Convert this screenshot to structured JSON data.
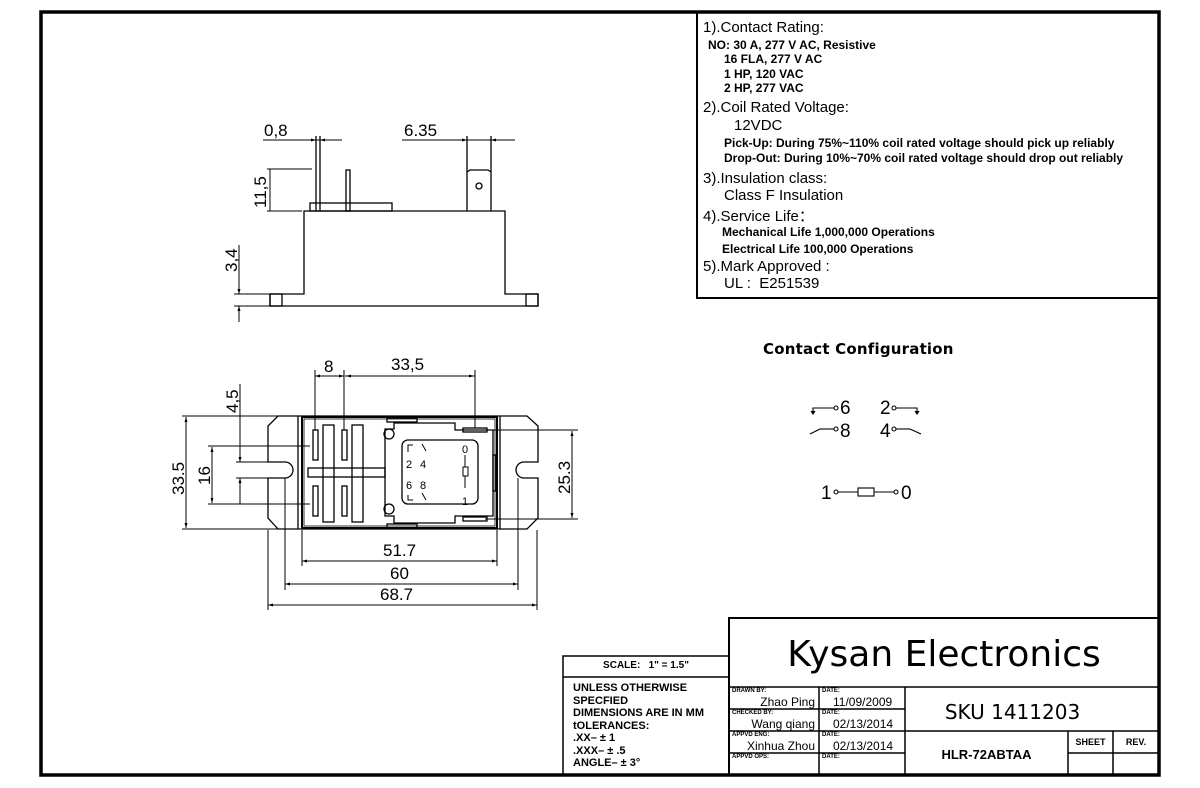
{
  "specs": {
    "contact_rating": {
      "heading": "1).Contact Rating:",
      "lines": [
        "NO: 30 A, 277 V AC, Resistive",
        "16 FLA, 277 V AC",
        "1 HP, 120 VAC",
        "2 HP, 277 VAC"
      ]
    },
    "coil_voltage": {
      "heading": "2).Coil Rated Voltage:",
      "value": "12VDC",
      "pickup": "Pick-Up: During 75%~110% coil rated voltage should pick up reliably",
      "dropout": "Drop-Out: During 10%~70% coil rated voltage should drop out reliably"
    },
    "insulation": {
      "heading": "3).Insulation class:",
      "value": "Class F Insulation"
    },
    "service_life": {
      "heading": "4).Service Life：",
      "mechanical": "Mechanical Life 1,000,000 Operations",
      "electrical": "Electrical Life 100,000 Operations"
    },
    "mark": {
      "heading": "5).Mark Approved :",
      "value": "UL :  E251539"
    }
  },
  "side_view": {
    "dims": [
      "0,8",
      "6.35",
      "11,5",
      "3,4"
    ]
  },
  "top_view": {
    "dims": [
      "8",
      "33,5",
      "4,5",
      "33.5",
      "16",
      "25.3",
      "51.7",
      "60",
      "68.7"
    ],
    "pin_labels": [
      "2",
      "4",
      "6",
      "8",
      "0",
      "1"
    ]
  },
  "contact_config": {
    "title": "Contact Configuration",
    "pins": {
      "p6": "6",
      "p2": "2",
      "p8": "8",
      "p4": "4",
      "p1": "1",
      "p0": "0"
    }
  },
  "title_block": {
    "scale": "SCALE:   1\" = 1.5\"",
    "tolerances": [
      "UNLESS OTHERWISE",
      "SPECFIED",
      "DIMENSIONS ARE IN MM",
      "tOLERANCES:",
      ".XX– ±  1",
      ".XXX– ±  .5",
      "ANGLE– ±  3°"
    ],
    "company": "Kysan Electronics",
    "sku": "SKU 1411203",
    "part_number": "HLR-72ABTAA",
    "sheet_label": "SHEET",
    "rev_label": "REV.",
    "sheet_value": "",
    "rev_value": "",
    "approvals": [
      {
        "role": "DRAWN BY:",
        "name": "Zhao Ping",
        "date_label": "DATE:",
        "date": "11/09/2009"
      },
      {
        "role": "CHECKED BY:",
        "name": "Wang qiang",
        "date_label": "DATE:",
        "date": "02/13/2014"
      },
      {
        "role": "APPVD ENG:",
        "name": "Xinhua Zhou",
        "date_label": "DATE:",
        "date": "02/13/2014"
      },
      {
        "role": "APPVD OPS:",
        "name": "",
        "date_label": "DATE:",
        "date": ""
      }
    ]
  }
}
